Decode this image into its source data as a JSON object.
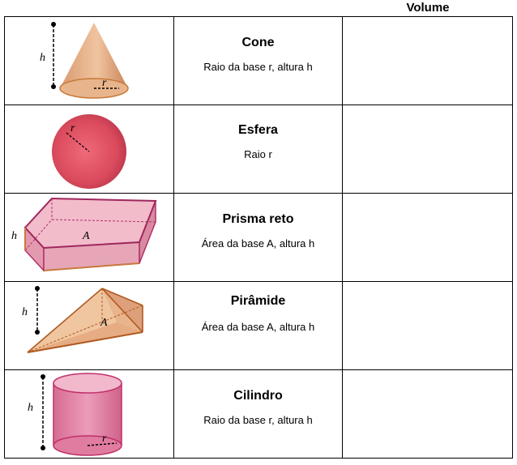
{
  "header": {
    "volume_label": "Volume"
  },
  "rows": [
    {
      "shape": "cone-icon",
      "name": "Cone",
      "description": "Raio da base r, altura h",
      "dimension_labels": [
        "h",
        "r"
      ],
      "volume": ""
    },
    {
      "shape": "sphere-icon",
      "name": "Esfera",
      "description": "Raio r",
      "dimension_labels": [
        "r"
      ],
      "volume": ""
    },
    {
      "shape": "prism-icon",
      "name": "Prisma reto",
      "description": "Área da base A, altura h",
      "dimension_labels": [
        "h",
        "A"
      ],
      "volume": ""
    },
    {
      "shape": "pyramid-icon",
      "name": "Pirâmide",
      "description": "Área da base A, altura h",
      "dimension_labels": [
        "h",
        "A"
      ],
      "volume": ""
    },
    {
      "shape": "cylinder-icon",
      "name": "Cilindro",
      "description": "Raio da base r, altura h",
      "dimension_labels": [
        "h",
        "r"
      ],
      "volume": ""
    }
  ],
  "colors": {
    "cone_fill": "#e8b48c",
    "cone_edge": "#c87a3c",
    "sphere_fill": "#d94a5c",
    "prism_fill": "#e39aae",
    "prism_edge": "#b0306a",
    "pyramid_fill": "#e0a070",
    "pyramid_edge": "#b05a20",
    "cylinder_fill": "#e07ca0",
    "cylinder_edge": "#c0306a"
  }
}
